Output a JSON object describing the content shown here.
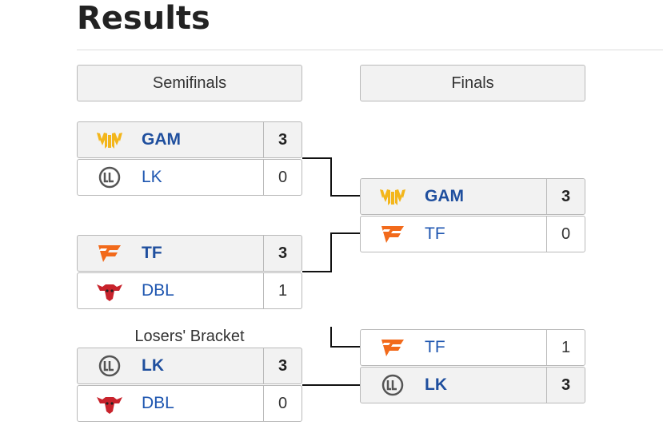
{
  "page": {
    "title": "Results"
  },
  "rounds": [
    {
      "label": "Semifinals"
    },
    {
      "label": "Finals"
    }
  ],
  "losers_bracket_label": "Losers' Bracket",
  "matches": {
    "semi1": {
      "team1": {
        "name": "GAM",
        "score": "3",
        "logo": "gam-logo-icon"
      },
      "team2": {
        "name": "LK",
        "score": "0",
        "logo": "lk-logo-icon"
      }
    },
    "semi2": {
      "team1": {
        "name": "TF",
        "score": "3",
        "logo": "tf-logo-icon"
      },
      "team2": {
        "name": "DBL",
        "score": "1",
        "logo": "dbl-logo-icon"
      }
    },
    "losers": {
      "team1": {
        "name": "LK",
        "score": "3",
        "logo": "lk-logo-icon"
      },
      "team2": {
        "name": "DBL",
        "score": "0",
        "logo": "dbl-logo-icon"
      }
    },
    "final": {
      "team1": {
        "name": "GAM",
        "score": "3",
        "logo": "gam-logo-icon"
      },
      "team2": {
        "name": "TF",
        "score": "0",
        "logo": "tf-logo-icon"
      }
    },
    "loser_final": {
      "team1": {
        "name": "TF",
        "score": "1",
        "logo": "tf-logo-icon"
      },
      "team2": {
        "name": "LK",
        "score": "3",
        "logo": "lk-logo-icon"
      }
    }
  },
  "colors": {
    "team_link": "#1e56b0",
    "winner_bg": "#f2f2f2",
    "border": "#b9b9b9",
    "gam": "#f3b61c",
    "tf": "#f26a1b",
    "dbl": "#c8232c"
  }
}
